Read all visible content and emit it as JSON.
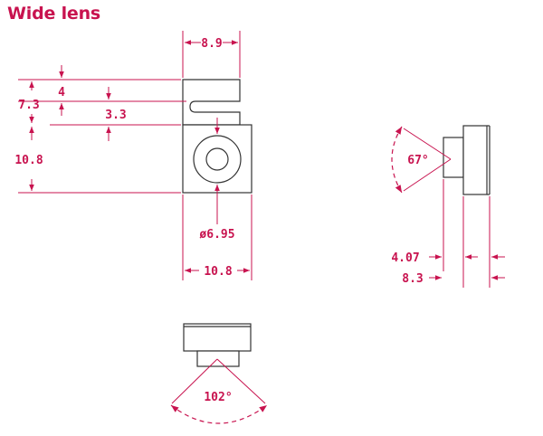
{
  "title": "Wide lens",
  "colors": {
    "accent": "#c8134f",
    "outline": "#333333"
  },
  "front_view": {
    "width_top": "8.9",
    "top_height": "4",
    "total_height": "7.3",
    "notch_height": "3.3",
    "body_height": "10.8",
    "lens_diameter": "ø6.95",
    "body_width": "10.8"
  },
  "side_view": {
    "field_of_view": "67°",
    "lens_depth": "4.07",
    "total_depth": "8.3"
  },
  "bottom_view": {
    "field_of_view": "102°"
  }
}
